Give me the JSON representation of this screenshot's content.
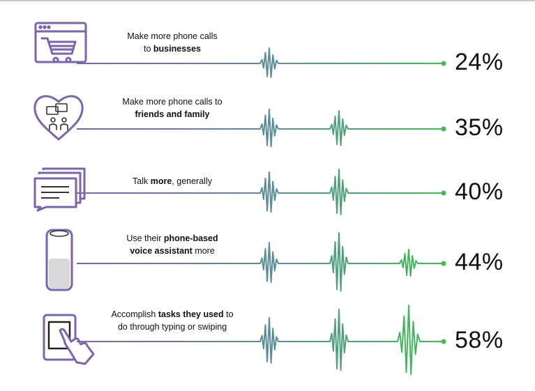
{
  "colors": {
    "purple": "#7b64ad",
    "green": "#3dbf4e",
    "text": "#111111"
  },
  "chart_data": {
    "type": "bar",
    "categories": [
      "Make more phone calls to businesses",
      "Make more phone calls to friends and family",
      "Talk more, generally",
      "Use their phone-based voice assistant more",
      "Accomplish tasks they used to do through typing or swiping"
    ],
    "values": [
      24,
      35,
      40,
      44,
      58
    ],
    "unit": "%",
    "rows": [
      {
        "icon": "shopping-cart-browser-icon",
        "label_parts": [
          [
            "Make more phone calls",
            false
          ],
          [
            "\n",
            false
          ],
          [
            "to ",
            false
          ],
          [
            "businesses",
            true
          ]
        ],
        "value": 24,
        "value_label": "24%"
      },
      {
        "icon": "heart-chat-people-icon",
        "label_parts": [
          [
            "Make more phone calls to",
            false
          ],
          [
            "\n",
            false
          ],
          [
            "friends and family",
            true
          ]
        ],
        "value": 35,
        "value_label": "35%"
      },
      {
        "icon": "message-stack-icon",
        "label_parts": [
          [
            "Talk ",
            false
          ],
          [
            "more",
            true
          ],
          [
            ", generally",
            false
          ]
        ],
        "value": 40,
        "value_label": "40%"
      },
      {
        "icon": "smart-speaker-icon",
        "label_parts": [
          [
            "Use their ",
            false
          ],
          [
            "phone-based",
            true
          ],
          [
            "\n",
            false
          ],
          [
            "voice assistant",
            true
          ],
          [
            " more",
            false
          ]
        ],
        "value": 44,
        "value_label": "44%"
      },
      {
        "icon": "tablet-touch-hand-icon",
        "label_parts": [
          [
            "Accomplish ",
            false
          ],
          [
            "tasks they used",
            true
          ],
          [
            " to",
            false
          ],
          [
            "\n",
            false
          ],
          [
            "do through typing or swiping",
            false
          ]
        ],
        "value": 58,
        "value_label": "58%"
      }
    ]
  }
}
